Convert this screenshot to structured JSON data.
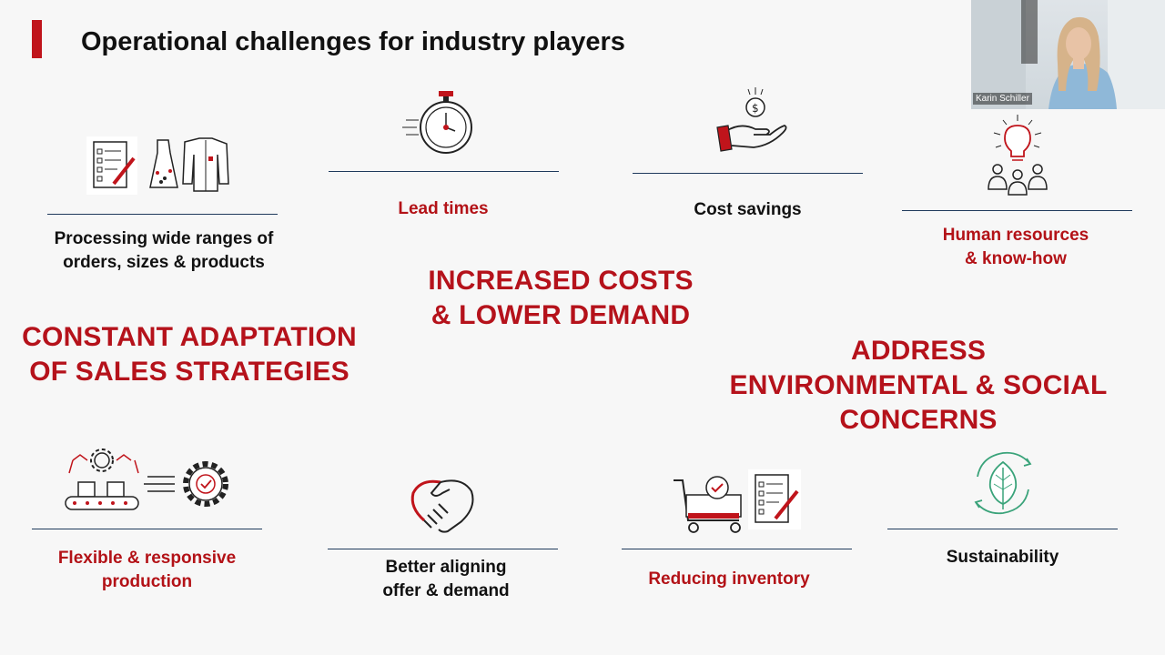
{
  "slide": {
    "title": "Operational challenges for industry players"
  },
  "webcam": {
    "presenter_name": "Karin Schiller"
  },
  "challenges": {
    "processing": "Processing wide ranges of\norders, sizes & products",
    "lead_times": "Lead times",
    "cost_savings": "Cost savings",
    "human_resources": "Human resources\n& know-how",
    "flexible_production": "Flexible & responsive\nproduction",
    "aligning_offer": "Better aligning\noffer & demand",
    "reducing_inventory": "Reducing inventory",
    "sustainability": "Sustainability"
  },
  "themes": {
    "increased_costs": "INCREASED COSTS\n& LOWER DEMAND",
    "constant_adaptation": "CONSTANT ADAPTATION\nOF SALES STRATEGIES",
    "environmental": "ADDRESS\nENVIRONMENTAL & SOCIAL\nCONCERNS"
  },
  "icons": {
    "processing": "checklist-clothing-icon",
    "lead_times": "stopwatch-icon",
    "cost_savings": "money-hand-icon",
    "human_resources": "idea-team-icon",
    "flexible_production": "production-gear-icon",
    "aligning_offer": "handshake-icon",
    "reducing_inventory": "cart-checklist-icon",
    "sustainability": "leaf-cycle-icon"
  },
  "colors": {
    "accent_red": "#b31217",
    "rule_blue": "#1f3a5c",
    "leaf_green": "#3aa37a"
  }
}
